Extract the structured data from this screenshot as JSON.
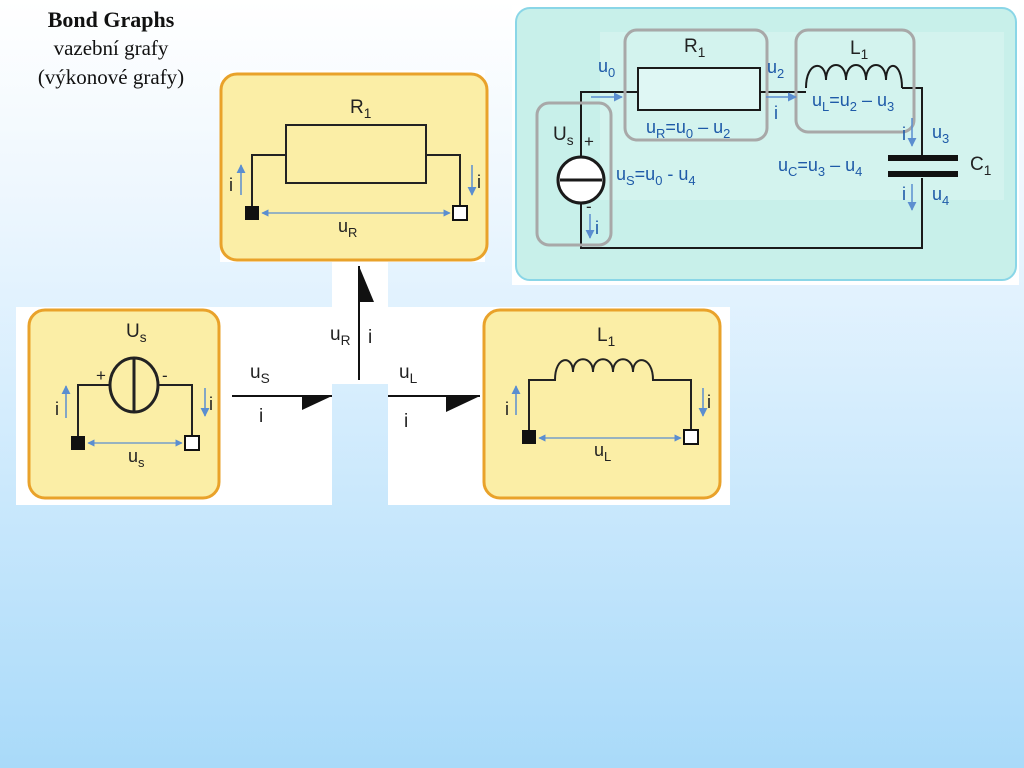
{
  "title": {
    "main": "Bond Graphs",
    "line2": "vazební grafy",
    "line3": "(výkonové grafy)"
  },
  "colors": {
    "card_fill": "#fbeea6",
    "card_border": "#e9a22a",
    "circuit_fill": "#c8f0ea",
    "arrow_blue": "#5b8ed0",
    "text_blue": "#1e5aa8"
  },
  "resistor_card": {
    "name": "R",
    "name_sub": "1",
    "flow": "i",
    "effort": "u",
    "effort_sub": "R"
  },
  "source_card": {
    "name": "U",
    "name_sub": "s",
    "plus": "+",
    "minus": "-",
    "flow": "i",
    "effort": "u",
    "effort_sub": "s"
  },
  "inductor_card": {
    "name": "L",
    "name_sub": "1",
    "flow": "i",
    "effort": "u",
    "effort_sub": "L"
  },
  "bonds": {
    "source": {
      "effort": "u",
      "effort_sub": "S",
      "flow": "i"
    },
    "resistor": {
      "effort": "u",
      "effort_sub": "R",
      "flow": "i"
    },
    "inductor": {
      "effort": "u",
      "effort_sub": "L",
      "flow": "i"
    }
  },
  "circuit": {
    "r_label": "R",
    "r_sub": "1",
    "l_label": "L",
    "l_sub": "1",
    "c_label": "C",
    "c_sub": "1",
    "us_label": "U",
    "us_sub": "s",
    "plus": "+",
    "minus": "-",
    "u0": "u",
    "u0_sub": "0",
    "u2": "u",
    "u2_sub": "2",
    "u3": "u",
    "u3_sub": "3",
    "u4": "u",
    "u4_sub": "4",
    "i": "i",
    "eq_r": [
      "u",
      "R",
      "=u",
      "0",
      " – u",
      "2"
    ],
    "eq_l": [
      "u",
      "L",
      "=u",
      "2",
      " – u",
      "3"
    ],
    "eq_c": [
      "u",
      "C",
      "=u",
      "3",
      " – u",
      "4"
    ],
    "eq_s": [
      "u",
      "S",
      "=u",
      "0",
      " - u",
      "4"
    ]
  }
}
